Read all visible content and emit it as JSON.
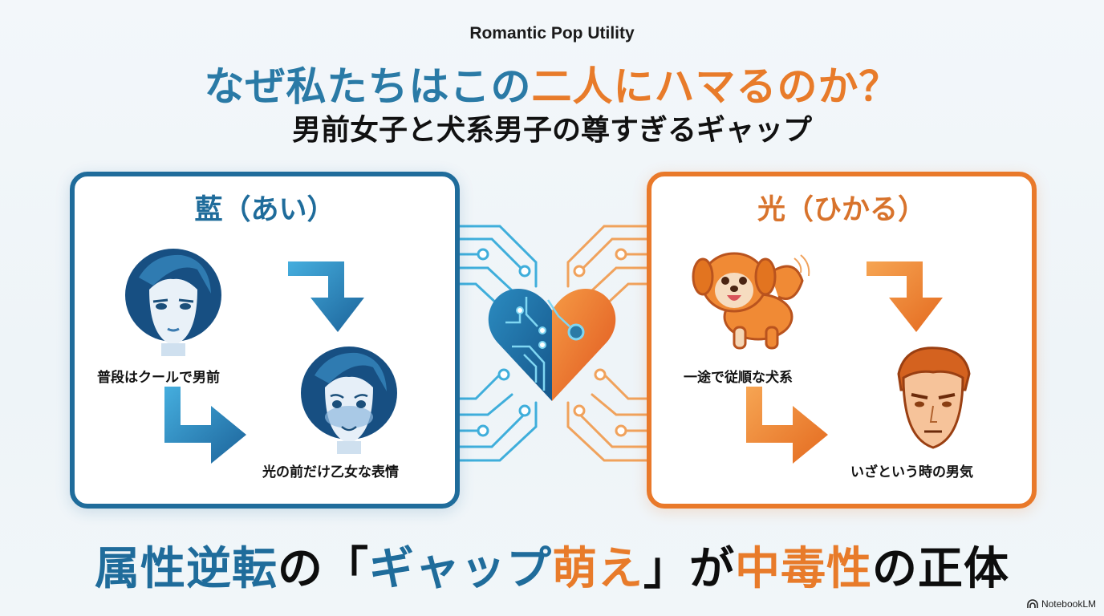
{
  "header": {
    "kicker": "Romantic Pop Utility",
    "title_parts": {
      "blue_1": "なぜ私たちはこの",
      "orange_1": "二人にハマるのか？"
    },
    "subtitle": "男前女子と犬系男子の尊すぎるギャップ"
  },
  "left_panel": {
    "title": "藍（あい）",
    "accent_color": "#1f6c9b",
    "items": [
      {
        "caption": "普段はクールで男前",
        "icon": "cool-woman-face-icon"
      },
      {
        "caption": "光の前だけ乙女な表情",
        "icon": "blushing-woman-face-icon"
      }
    ]
  },
  "right_panel": {
    "title": "光（ひかる）",
    "accent_color": "#e9792a",
    "items": [
      {
        "caption": "一途で従順な犬系",
        "icon": "puppy-icon"
      },
      {
        "caption": "いざという時の男気",
        "icon": "determined-man-face-icon"
      }
    ]
  },
  "center": {
    "icon": "circuit-heart-icon"
  },
  "footer": {
    "parts": {
      "p1": "属性逆転",
      "p2": "の「",
      "p3": "ギャップ",
      "p4": "萌え",
      "p5": "」が",
      "p6": "中毒性",
      "p7": "の正体"
    }
  },
  "brand": {
    "label": "NotebookLM"
  },
  "colors": {
    "blue": "#1f6c9b",
    "title_blue": "#2a7aa6",
    "orange": "#e87b2a",
    "light_blue": "#3fb3dc",
    "background": "#f3f7fa"
  }
}
